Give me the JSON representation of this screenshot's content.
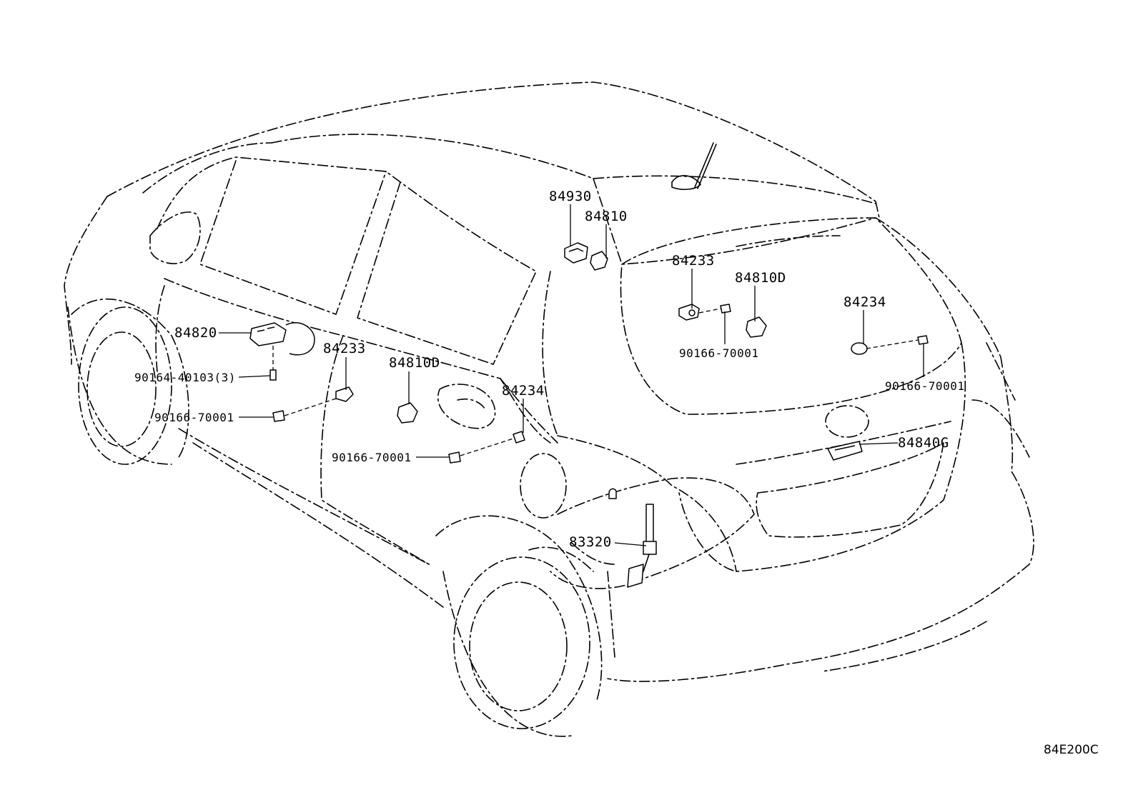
{
  "labels": {
    "p84930": "84930",
    "p84810": "84810",
    "p84233_rear": "84233",
    "p84810D_rear": "84810D",
    "p84234_right": "84234",
    "p90166_rear_left": "90166-70001",
    "p90166_rear_right": "90166-70001",
    "p84840G": "84840G",
    "p84820": "84820",
    "p90164": "90164-40103(3)",
    "p84233_door": "84233",
    "p90166_door_front": "90166-70001",
    "p84810D_door": "84810D",
    "p84234_door": "84234",
    "p90166_door_rear": "90166-70001",
    "p83320": "83320"
  },
  "diagram_code": "84E200C"
}
